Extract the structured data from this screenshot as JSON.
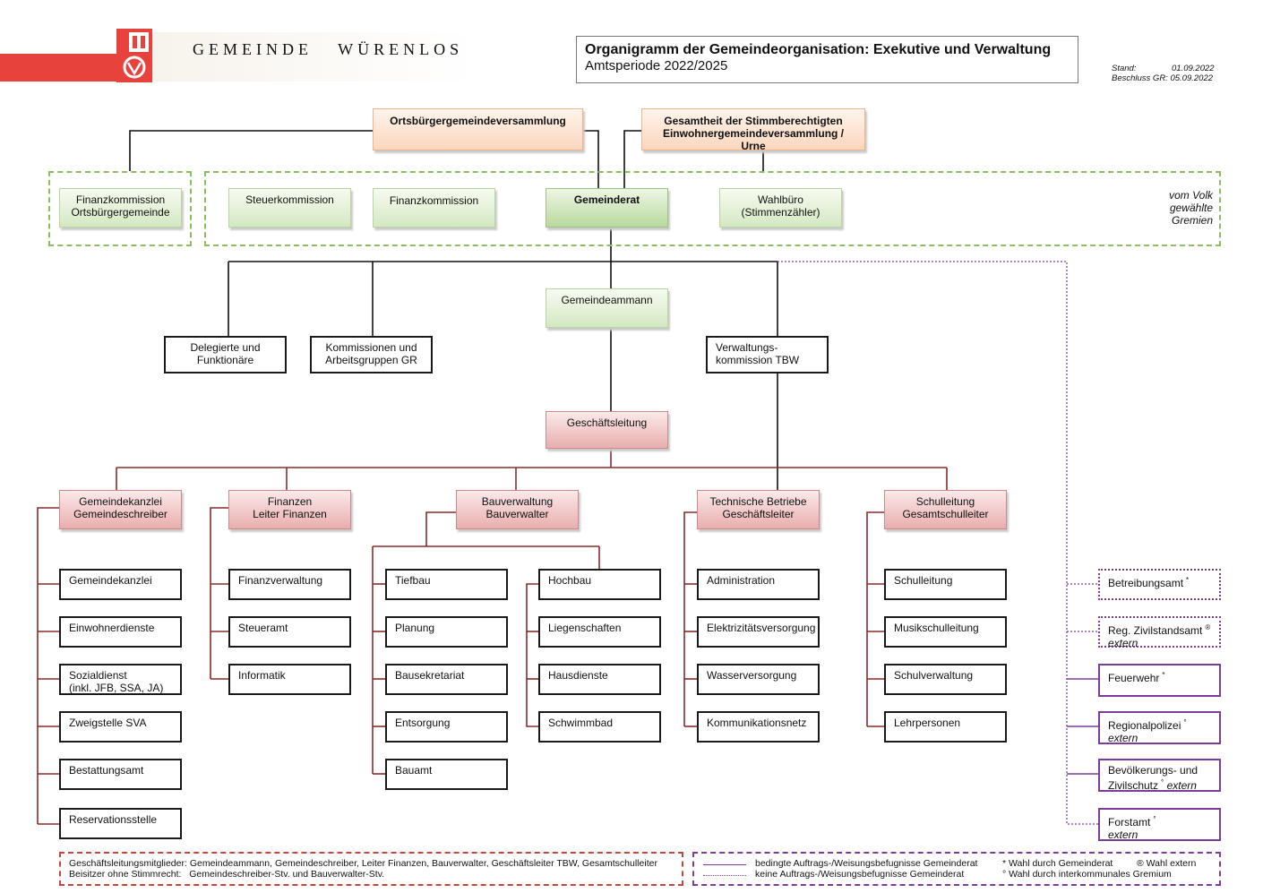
{
  "header": {
    "municipality": "GEMEINDE   WÜRENLOS",
    "title": "Organigramm der Gemeindeorganisation: Exekutive und Verwaltung",
    "subtitle": "Amtsperiode 2022/2025",
    "stand_label": "Stand:",
    "stand_date": "01.09.2022",
    "beschluss": "Beschluss GR: 05.09.2022"
  },
  "top": {
    "ortsbuerger": "Ortsbürgergemeindeversammlung",
    "stimm_line1": "Gesamtheit der Stimmberechtigten",
    "stimm_line2": "Einwohnergemeindeversammlung / Urne"
  },
  "gremien": {
    "fk_ob_line1": "Finanzkommission",
    "fk_ob_line2": "Ortsbürgergemeinde",
    "steuer": "Steuerkommission",
    "finanz": "Finanzkommission",
    "gemeinderat": "Gemeinderat",
    "wahl_line1": "Wahlbüro",
    "wahl_line2": "(Stimmenzähler)",
    "volk_line1": "vom Volk",
    "volk_line2": "gewählte",
    "volk_line3": "Gremien"
  },
  "mid": {
    "ammann": "Gemeindeammann",
    "deleg_line1": "Delegierte und",
    "deleg_line2": "Funktionäre",
    "komm_line1": "Kommissionen und",
    "komm_line2": "Arbeitsgruppen GR",
    "vk_line1": "Verwaltungs-",
    "vk_line2": "kommission TBW",
    "gl": "Geschäftsleitung"
  },
  "departments": {
    "kanzlei": {
      "line1": "Gemeindekanzlei",
      "line2": "Gemeindeschreiber",
      "items": [
        "Gemeindekanzlei",
        "Einwohnerdienste",
        "Sozialdienst",
        "(inkl. JFB, SSA, JA)",
        "Zweigstelle SVA",
        "Bestattungsamt",
        "Reservationsstelle"
      ]
    },
    "finanzen": {
      "line1": "Finanzen",
      "line2": "Leiter Finanzen",
      "items": [
        "Finanzverwaltung",
        "Steueramt",
        "Informatik"
      ]
    },
    "bau": {
      "line1": "Bauverwaltung",
      "line2": "Bauverwalter",
      "left": [
        "Tiefbau",
        "Planung",
        "Bausekretariat",
        "Entsorgung",
        "Bauamt"
      ],
      "right": [
        "Hochbau",
        "Liegenschaften",
        "Hausdienste",
        "Schwimmbad"
      ]
    },
    "tbw": {
      "line1": "Technische Betriebe",
      "line2": "Geschäftsleiter",
      "items": [
        "Administration",
        "Elektrizitätsversorgung",
        "Wasserversorgung",
        "Kommunikationsnetz"
      ]
    },
    "schule": {
      "line1": "Schulleitung",
      "line2": "Gesamtschulleiter",
      "items": [
        "Schulleitung",
        "Musikschulleitung",
        "Schulverwaltung",
        "Lehrpersonen"
      ]
    }
  },
  "external": [
    {
      "label": "Betreibungsamt",
      "mark": "*",
      "extern": ""
    },
    {
      "label": "Reg. Zivilstandsamt",
      "mark": "®",
      "extern": "extern"
    },
    {
      "label": "Feuerwehr",
      "mark": "*",
      "extern": ""
    },
    {
      "label": "Regionalpolizei",
      "mark": "°",
      "extern": "extern"
    },
    {
      "label": "Bevölkerungs- und",
      "label2": "Zivilschutz",
      "mark": "°",
      "extern": "extern"
    },
    {
      "label": "Forstamt",
      "mark": "°",
      "extern": "extern"
    }
  ],
  "legend": {
    "gl_members": "Geschäftsleitungsmitglieder: Gemeindeammann, Gemeindeschreiber, Leiter Finanzen, Bauverwalter, Geschäftsleiter TBW, Gesamtschulleiter",
    "beisitzer": "Beisitzer ohne Stimmrecht:   Gemeindeschreiber-Stv. und Bauverwalter-Stv.",
    "solid": "bedingte Auftrags-/Weisungsbefugnisse Gemeinderat",
    "dotted": "keine Auftrags-/Weisungsbefugnisse Gemeinderat",
    "w1": "* Wahl durch Gemeinderat",
    "w2": "® Wahl extern",
    "w3": "° Wahl durch interkommunales Gremium"
  },
  "colors": {
    "brand_red": "#e8423c",
    "purple": "#7a3d9c",
    "dark_red": "#8b2a2a",
    "green_dash": "#8dbc63"
  }
}
